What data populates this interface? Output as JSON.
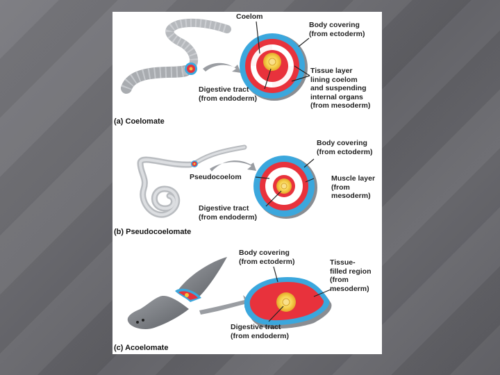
{
  "panels": [
    {
      "caption": "(a) Coelomate",
      "labels": {
        "coelom": "Coelom",
        "body_covering": "Body covering\n(from ectoderm)",
        "tissue_layer": "Tissue layer\nlining coelom\nand suspending\ninternal organs\n(from mesoderm)",
        "digestive": "Digestive tract\n(from endoderm)"
      }
    },
    {
      "caption": "(b) Pseudocoelomate",
      "labels": {
        "body_covering": "Body covering\n(from ectoderm)",
        "pseudocoelom": "Pseudocoelom",
        "muscle_layer": "Muscle layer\n(from\nmesoderm)",
        "digestive": "Digestive tract\n(from endoderm)"
      }
    },
    {
      "caption": "(c) Acoelomate",
      "labels": {
        "body_covering": "Body covering\n(from ectoderm)",
        "tissue_region": "Tissue-\nfilled region\n(from\nmesoderm)",
        "digestive": "Digestive tract\n(from endoderm)"
      }
    }
  ],
  "colors": {
    "ectoderm": "#3ba7dd",
    "mesoderm": "#e8323c",
    "endoderm": "#f4c23a",
    "coelom_space": "#ffffff",
    "worm_body": "#b9bcc0"
  }
}
